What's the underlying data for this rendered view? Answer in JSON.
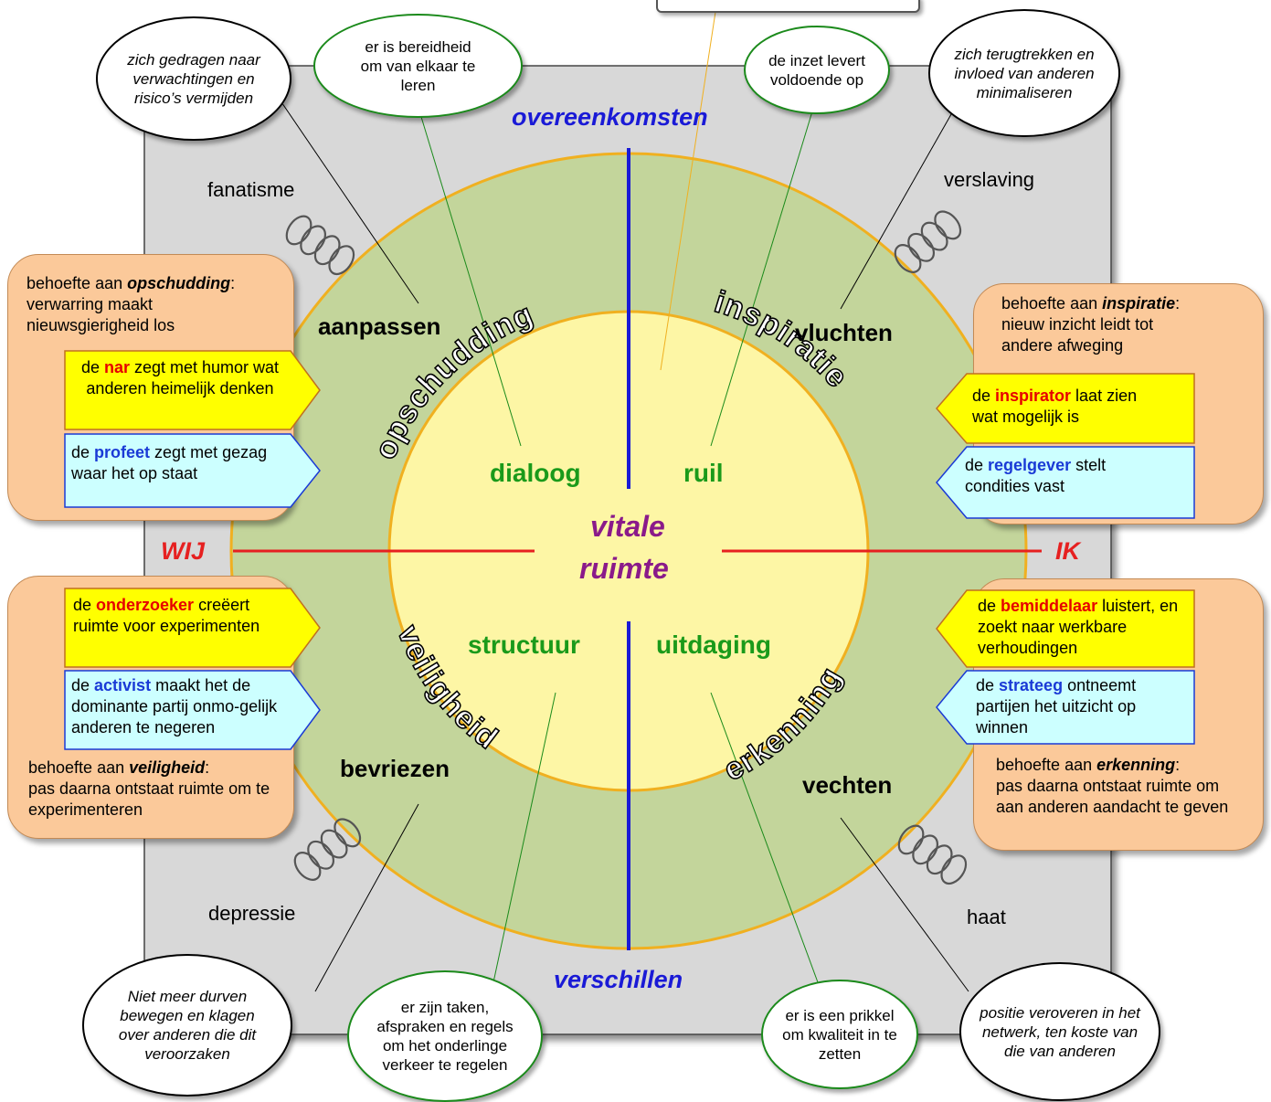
{
  "center": {
    "line1": "vitale",
    "line2": "ruimte"
  },
  "axes": {
    "top": "overeenkomsten",
    "bottom": "verschillen",
    "left": "WIJ",
    "right": "IK"
  },
  "quadrant_inner": {
    "tl": "dialoog",
    "tr": "ruil",
    "bl": "structuur",
    "br": "uitdaging"
  },
  "ring_words": {
    "tl": "opschudding",
    "tr": "inspiratie",
    "bl": "veiligheid",
    "br": "erkenning"
  },
  "reactions": {
    "tl": "aanpassen",
    "tr": "vluchten",
    "bl": "bevriezen",
    "br": "vechten"
  },
  "extremes": {
    "tl": "fanatisme",
    "tr": "verslaving",
    "bl": "depressie",
    "br": "haat"
  },
  "ovals": {
    "tl_black": "zich gedragen naar verwachtingen en risico’s vermijden",
    "tl_green": "er is bereidheid om van elkaar te leren",
    "tr_green": "de inzet levert voldoende op",
    "tr_black": "zich terugtrekken en invloed van anderen minimaliseren",
    "bl_black": "Niet meer durven bewegen en klagen over anderen die dit veroorzaken",
    "bl_green": "er zijn taken, afspraken en regels om het onderlinge verkeer te regelen",
    "br_green": "er is een prikkel om kwaliteit in te zetten",
    "br_black": "positie veroveren in het netwerk, ten koste van die van anderen"
  },
  "needs": {
    "tl": {
      "prefix": "behoefte aan ",
      "keyword": "opschudding",
      "rest": "verwarring maakt nieuwsgierigheid los"
    },
    "tr": {
      "prefix": "behoefte aan ",
      "keyword": "inspiratie",
      "rest": "nieuw inzicht leidt tot andere afweging"
    },
    "bl": {
      "prefix": "behoefte aan ",
      "keyword": "veiligheid",
      "rest": "pas daarna ontstaat ruimte om te experimenteren"
    },
    "br": {
      "prefix": "behoefte aan ",
      "keyword": "erkenning",
      "rest": "pas daarna ontstaat ruimte om aan anderen aandacht te geven"
    }
  },
  "roles": {
    "nar": {
      "pre": "de ",
      "kw": "nar",
      "post": " zegt met humor wat anderen heimelijk denken"
    },
    "profeet": {
      "pre": "de ",
      "kw": "profeet",
      "post": " zegt met gezag waar het op staat"
    },
    "inspirator": {
      "pre": "de ",
      "kw": "inspirator",
      "post": " laat zien wat mogelijk is"
    },
    "regelgever": {
      "pre": "de ",
      "kw": "regelgever",
      "post": " stelt condities vast"
    },
    "onderzoeker": {
      "pre": "de ",
      "kw": "onderzoeker",
      "post": " creëert ruimte voor experimenten"
    },
    "activist": {
      "pre": "de ",
      "kw": "activist",
      "post": " maakt het de dominante partij onmo-gelijk anderen te negeren"
    },
    "bemiddelaar": {
      "pre": "de ",
      "kw": "bemiddelaar",
      "post": " luistert, en zoekt  naar werkbare verhoudingen"
    },
    "strateeg": {
      "pre": "de ",
      "kw": "strateeg",
      "post": " ontneemt partijen het uitzicht op winnen"
    }
  },
  "colors": {
    "outer_square": "#d8d8d8",
    "green_ring": "#c3d59b",
    "inner_circle": "#fdf6a5",
    "ring_border": "#f0b020",
    "peach": "#fbc99a",
    "yellow_box": "#ffff00",
    "cyan_box": "#ccffff",
    "axis_blue": "#1a1ad6",
    "axis_red": "#e62020",
    "center_purple": "#8a1a8a",
    "green_text": "#1a9a1a"
  }
}
